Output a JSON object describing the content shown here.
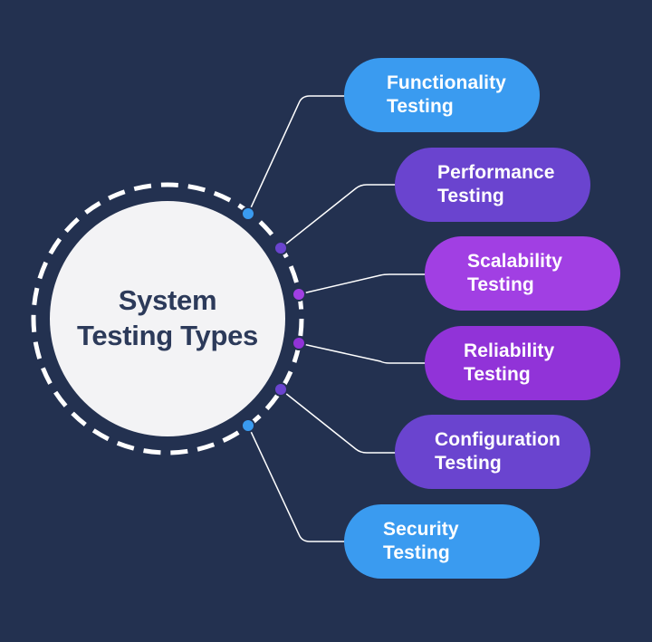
{
  "center": {
    "title_line1": "System",
    "title_line2": "Testing Types"
  },
  "types": [
    {
      "line1": "Functionality",
      "line2": "Testing",
      "color": "#3a9bf0",
      "dot_color": "#3a9bf0"
    },
    {
      "line1": "Performance",
      "line2": "Testing",
      "color": "#6a44cf",
      "dot_color": "#6a44cf"
    },
    {
      "line1": "Scalability",
      "line2": "Testing",
      "color": "#a13fe3",
      "dot_color": "#a13fe3"
    },
    {
      "line1": "Reliability",
      "line2": "Testing",
      "color": "#9133d8",
      "dot_color": "#9133d8"
    },
    {
      "line1": "Configuration",
      "line2": "Testing",
      "color": "#6a44cf",
      "dot_color": "#6a44cf"
    },
    {
      "line1": "Security",
      "line2": "Testing",
      "color": "#3a9bf0",
      "dot_color": "#3a9bf0"
    }
  ],
  "colors": {
    "background": "#233150",
    "circle_fill": "#f3f3f5",
    "ring": "#ffffff",
    "title_text": "#2c3a5a"
  }
}
